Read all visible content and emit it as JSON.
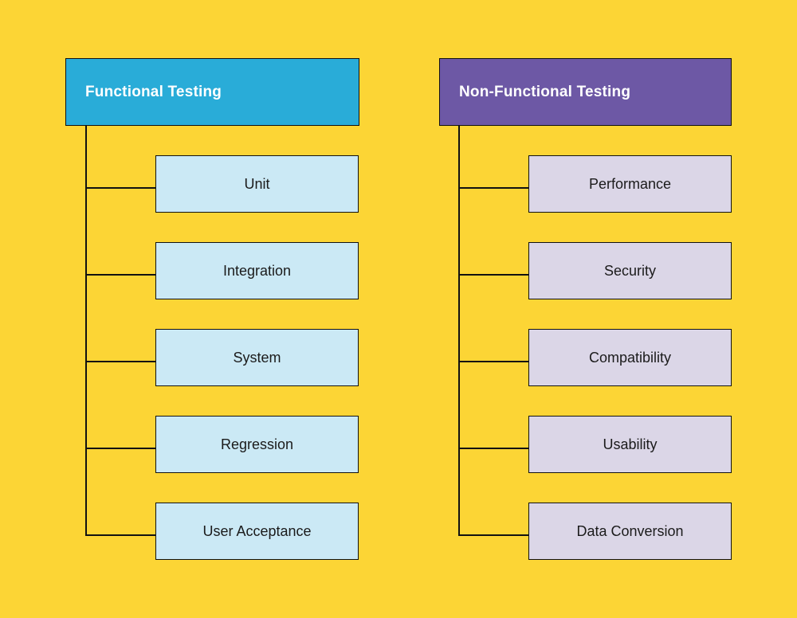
{
  "diagram": {
    "background_color": "#FCD535",
    "line_color": "#111111",
    "columns": [
      {
        "header": {
          "label": "Functional Testing",
          "fill": "#29ACD8",
          "text_color": "#FFFFFF"
        },
        "child_fill": "#CBE9F5",
        "children": [
          {
            "label": "Unit"
          },
          {
            "label": "Integration"
          },
          {
            "label": "System"
          },
          {
            "label": "Regression"
          },
          {
            "label": "User Acceptance"
          }
        ]
      },
      {
        "header": {
          "label": "Non-Functional Testing",
          "fill": "#6D58A5",
          "text_color": "#FFFFFF"
        },
        "child_fill": "#DBD6E7",
        "children": [
          {
            "label": "Performance"
          },
          {
            "label": "Security"
          },
          {
            "label": "Compatibility"
          },
          {
            "label": "Usability"
          },
          {
            "label": "Data Conversion"
          }
        ]
      }
    ]
  }
}
